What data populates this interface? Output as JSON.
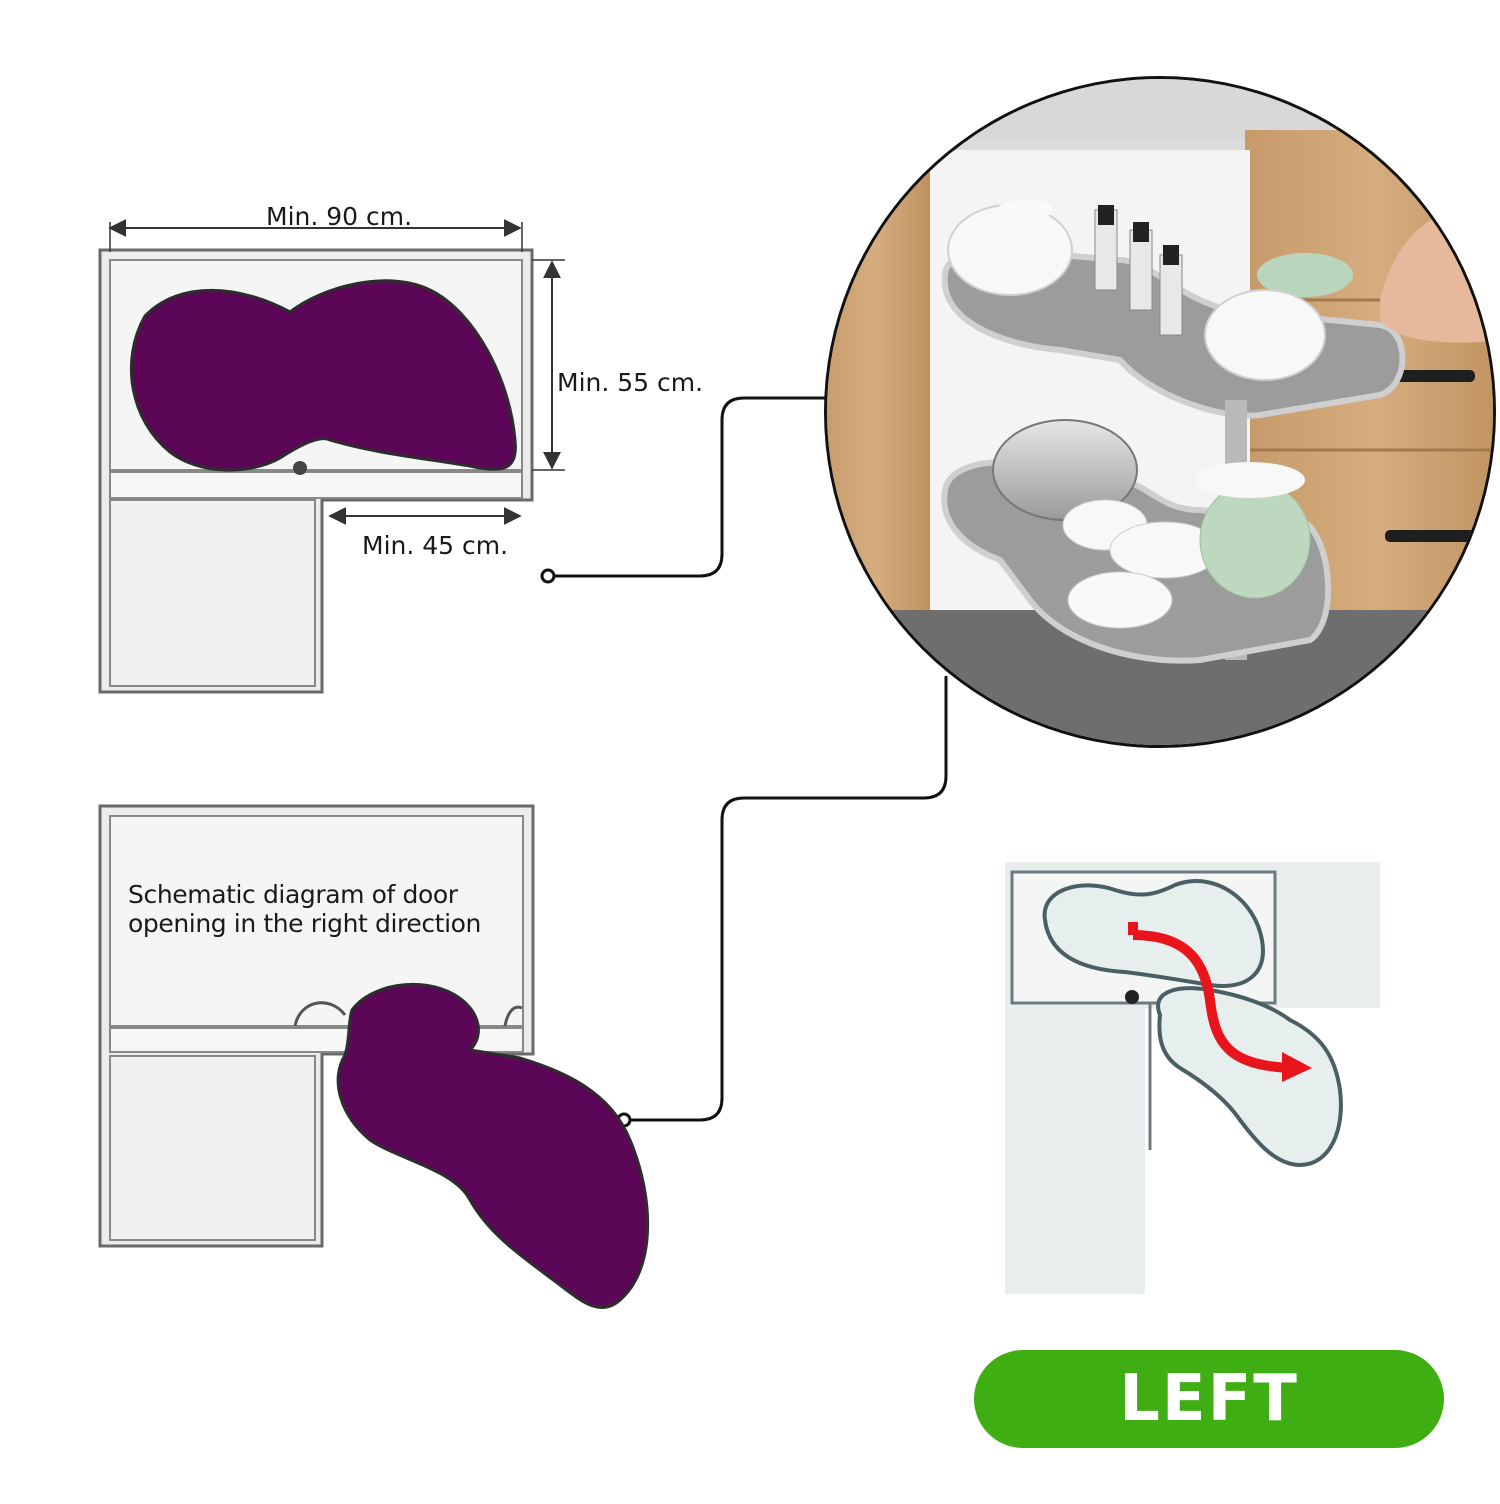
{
  "dimensions": {
    "width_label": "Min. 90 cm.",
    "depth_label": "Min. 55 cm.",
    "door_label": "Min. 45 cm."
  },
  "caption": {
    "line1": "Schematic diagram of door",
    "line2": "opening in the right direction"
  },
  "badge": {
    "label": "LEFT",
    "color": "#3fae12"
  },
  "colors": {
    "shelf_fill": "#5c0657",
    "cabinet_fill": "#ececec",
    "arrow": "#e8161c",
    "plan_stroke": "#4a5f63"
  }
}
